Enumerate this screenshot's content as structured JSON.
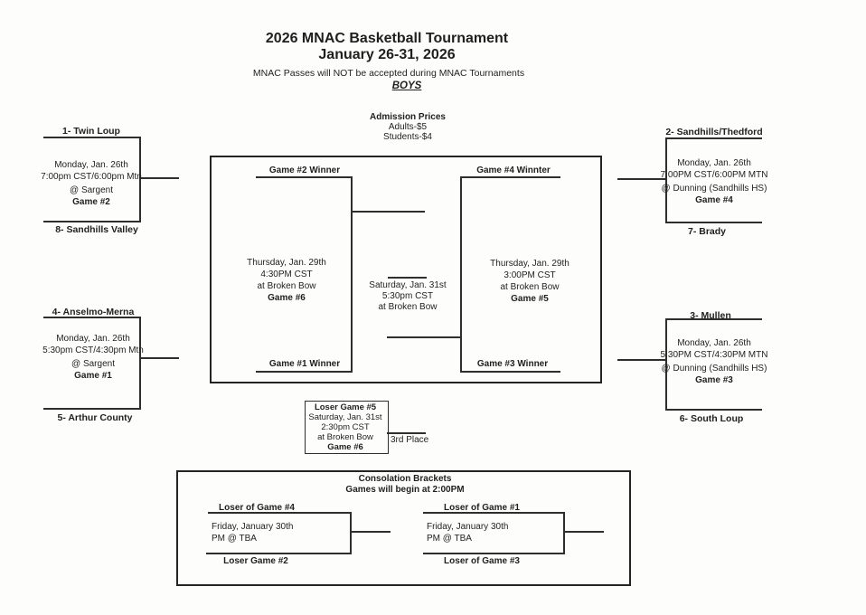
{
  "colors": {
    "ink": "#1f1f1f",
    "paper": "#fdfdfc"
  },
  "header": {
    "title": "2026 MNAC Basketball Tournament",
    "subtitle": "January 26-31, 2026",
    "note": "MNAC Passes will NOT be accepted during MNAC Tournaments",
    "division": "BOYS"
  },
  "admission": {
    "title": "Admission Prices",
    "adults": "Adults-$5",
    "students": "Students-$4"
  },
  "first_round": {
    "top_left": {
      "seed_top": "1- Twin Loup",
      "seed_bottom": "8- Sandhills Valley",
      "date": "Monday, Jan. 26th",
      "time": "7:00pm CST/6:00pm Mtn",
      "venue": "@ Sargent",
      "game": "Game #2"
    },
    "bottom_left": {
      "seed_top": "4- Anselmo-Merna",
      "seed_bottom": "5- Arthur County",
      "date": "Monday, Jan. 26th",
      "time": "5:30pm CST/4:30pm Mtn",
      "venue": "@ Sargent",
      "game": "Game #1"
    },
    "top_right": {
      "seed_top": "2- Sandhills/Thedford",
      "seed_bottom": "7- Brady",
      "date": "Monday, Jan. 26th",
      "time": "7:00PM CST/6:00PM MTN",
      "venue": "@ Dunning (Sandhills HS)",
      "game": "Game #4"
    },
    "bottom_right": {
      "seed_top": "3- Mullen",
      "seed_bottom": "6- South Loup",
      "date": "Monday, Jan. 26th",
      "time": "5:30PM CST/4:30PM MTN",
      "venue": "@ Dunning (Sandhills HS)",
      "game": "Game #3"
    }
  },
  "semifinals": {
    "left": {
      "top_label": "Game #2 Winner",
      "bottom_label": "Game #1 Winner",
      "date": "Thursday, Jan. 29th",
      "time": "4:30PM CST",
      "venue": "at Broken Bow",
      "game": "Game #6"
    },
    "right": {
      "top_label": "Game #4 Winnter",
      "bottom_label": "Game #3 Winner",
      "date": "Thursday, Jan. 29th",
      "time": "3:00PM CST",
      "venue": "at Broken Bow",
      "game": "Game #5"
    }
  },
  "championship": {
    "date": "Saturday, Jan. 31st",
    "time": "5:30pm CST",
    "venue": "at Broken Bow"
  },
  "third_place": {
    "participants": "Loser Game #5",
    "date": "Saturday, Jan. 31st",
    "time": "2:30pm CST",
    "venue": "at Broken Bow",
    "game": "Game #6",
    "label": "3rd Place"
  },
  "consolation": {
    "title": "Consolation Brackets",
    "subtitle": "Games will begin at 2:00PM",
    "left": {
      "top_label": "Loser of Game #4",
      "bottom_label": "Loser Game #2",
      "date": "Friday, January 30th",
      "venue": "PM @ TBA"
    },
    "right": {
      "top_label": "Loser of Game #1",
      "bottom_label": "Loser of Game #3",
      "date": "Friday, January 30th",
      "venue": "PM @ TBA"
    }
  }
}
